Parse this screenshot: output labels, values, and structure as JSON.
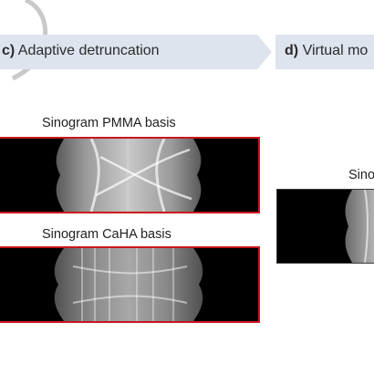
{
  "steps": {
    "c": {
      "letter": "c)",
      "label": "Adaptive detruncation"
    },
    "d": {
      "letter": "d)",
      "label": "Virtual mo"
    }
  },
  "sinograms": {
    "pmma": {
      "title": "Sinogram PMMA basis"
    },
    "caha": {
      "title": "Sinogram CaHA basis"
    },
    "right": {
      "title": "Sino"
    }
  },
  "colors": {
    "banner": "#dde4ee",
    "frame_red": "#c8161d",
    "background": "#ffffff"
  }
}
